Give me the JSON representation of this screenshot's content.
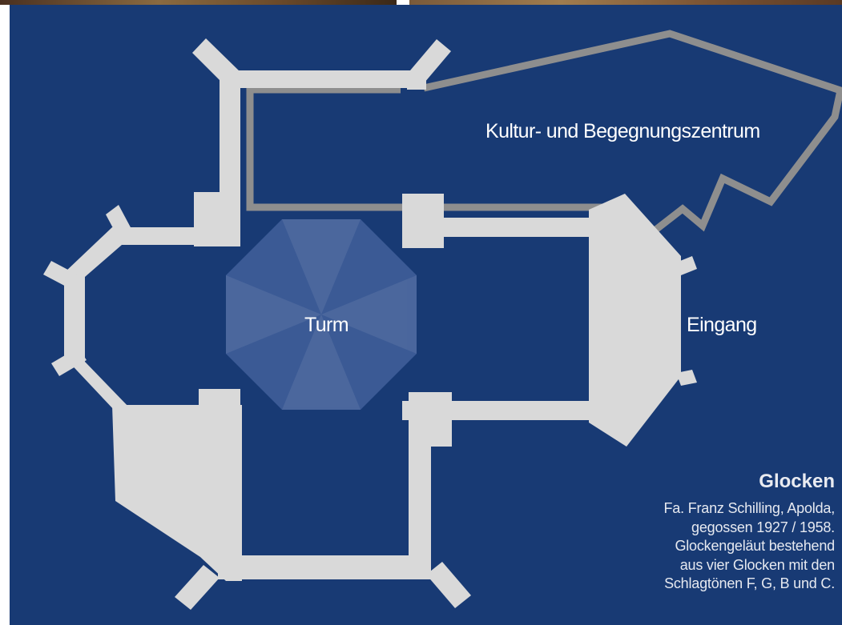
{
  "colors": {
    "background": "#183a74",
    "walls": "#d9d9d9",
    "annex_outline": "#8e8e8e",
    "tower": "#3b5a95",
    "text": "#ffffff"
  },
  "labels": {
    "kultur": "Kultur- und Begegnungszentrum",
    "turm": "Turm",
    "eingang": "Eingang"
  },
  "info": {
    "title": "Glocken",
    "body": "Fa. Franz Schilling, Apolda,\ngegossen  1927 / 1958.\nGlockengeläut bestehend\naus vier Glocken mit den\nSchlagtönen  F, G, B und C."
  }
}
